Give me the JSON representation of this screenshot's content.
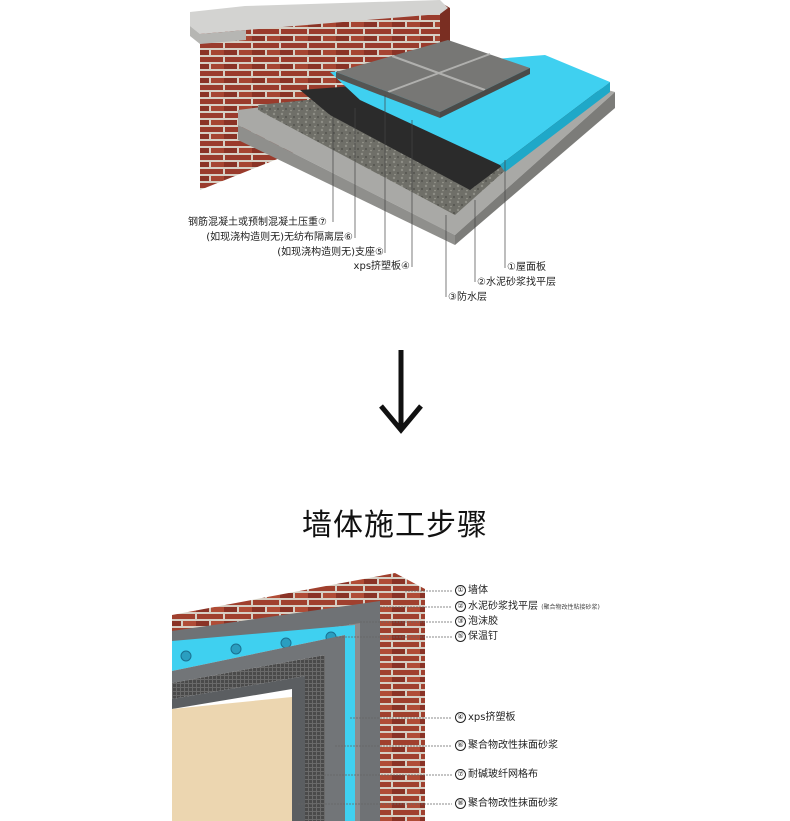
{
  "roof_section": {
    "callouts": [
      {
        "id": "r7",
        "number": "⑦",
        "text": "钢筋混凝土或预制混凝土压重⑦"
      },
      {
        "id": "r6",
        "number": "⑥",
        "text": "(如现浇构造则无)无纺布隔离层⑥"
      },
      {
        "id": "r5",
        "number": "⑤",
        "text": "(如现浇构造则无)支座⑤"
      },
      {
        "id": "r4",
        "number": "④",
        "text": "xps挤塑板④"
      },
      {
        "id": "r1",
        "number": "①",
        "text": "①屋面板"
      },
      {
        "id": "r2",
        "number": "②",
        "text": "②水泥砂浆找平层"
      },
      {
        "id": "r3",
        "number": "③",
        "text": "③防水层"
      }
    ]
  },
  "arrow": {
    "glyph": "↓"
  },
  "step_title": "墙体施工步骤",
  "wall_section": {
    "callouts": [
      {
        "id": "w1",
        "number": "①",
        "text": "墙体",
        "note": ""
      },
      {
        "id": "w2",
        "number": "②",
        "text": "水泥砂浆找平层",
        "note": "(聚合物改性粘接砂浆)"
      },
      {
        "id": "w3",
        "number": "③",
        "text": "泡沫胶",
        "note": ""
      },
      {
        "id": "w5",
        "number": "⑤",
        "text": "保温钉",
        "note": ""
      },
      {
        "id": "w4",
        "number": "④",
        "text": "xps挤塑板",
        "note": ""
      },
      {
        "id": "w6",
        "number": "⑥",
        "text": "聚合物改性抹面砂浆",
        "note": ""
      },
      {
        "id": "w7",
        "number": "⑦",
        "text": "耐碱玻纤网格布",
        "note": ""
      },
      {
        "id": "w8",
        "number": "⑧",
        "text": "聚合物改性抹面砂浆",
        "note": ""
      }
    ]
  },
  "colors": {
    "brick": "#9a3b2c",
    "mortar": "#d8d2c8",
    "xps": "#3fd0f0",
    "concrete": "#9a9a98",
    "tile": "#7a7a7a",
    "waterproof": "#2b2b2b",
    "wall_mesh": "#555555",
    "wall_render": "#ecd6b0",
    "leader": "#444444"
  }
}
